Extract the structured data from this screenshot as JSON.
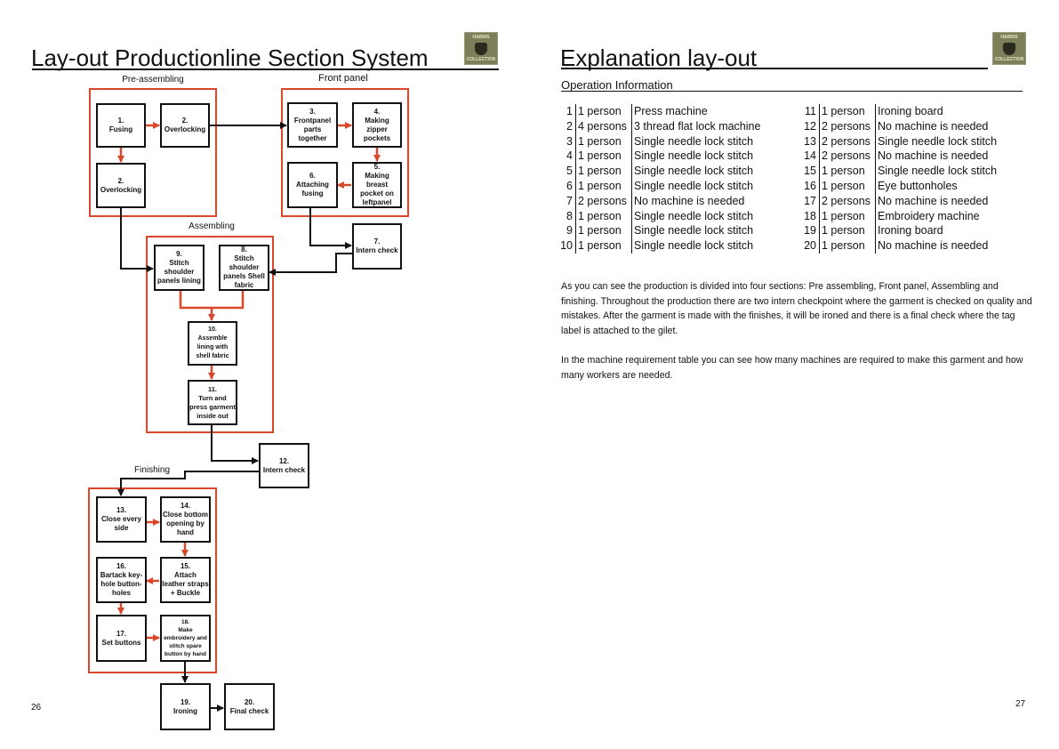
{
  "left_page": {
    "title": "Lay-out Productionline Section System",
    "page_number": "26",
    "logo_text": "HARRIS COLLECTION",
    "sections": {
      "pre_assembling": "Pre-assembling",
      "front_panel": "Front panel",
      "assembling": "Assembling",
      "finishing": "Finishing"
    },
    "steps": {
      "s1": {
        "num": "1.",
        "label": "Fusing"
      },
      "s2a": {
        "num": "2.",
        "label": "Overlocking"
      },
      "s2b": {
        "num": "2.",
        "label": "Overlocking"
      },
      "s3": {
        "num": "3.",
        "label": "Frontpanel parts together"
      },
      "s4": {
        "num": "4.",
        "label": "Making zipper pockets"
      },
      "s5": {
        "num": "5.",
        "label": "Making breast pocket on leftpanel"
      },
      "s6": {
        "num": "6.",
        "label": "Attaching fusing"
      },
      "s7": {
        "num": "7.",
        "label": "Intern check"
      },
      "s8": {
        "num": "8.",
        "label": "Stitch shoulder panels Shell fabric"
      },
      "s9": {
        "num": "9.",
        "label": "Stitch shoulder panels lining"
      },
      "s10": {
        "num": "10.",
        "label": "Assemble lining with shell fabric"
      },
      "s11": {
        "num": "11.",
        "label": "Turn and press garment inside out"
      },
      "s12": {
        "num": "12.",
        "label": "Intern check"
      },
      "s13": {
        "num": "13.",
        "label": "Close every side"
      },
      "s14": {
        "num": "14.",
        "label": "Close bottom opening by hand"
      },
      "s15": {
        "num": "15.",
        "label": "Attach leather straps + Buckle"
      },
      "s16": {
        "num": "16.",
        "label": "Bartack key-hole button-holes"
      },
      "s17": {
        "num": "17.",
        "label": "Set buttons"
      },
      "s18": {
        "num": "18.",
        "label": "Make embroidery and stitch spare button by hand"
      },
      "s19": {
        "num": "19.",
        "label": "Ironing"
      },
      "s20": {
        "num": "20.",
        "label": "Final check"
      }
    },
    "colors": {
      "section_frame": "#d9482a",
      "internal_arrow": "#d9482a",
      "flow_arrow": "#111111"
    }
  },
  "right_page": {
    "title": "Explanation lay-out",
    "page_number": "27",
    "logo_text": "HARRIS COLLECTION",
    "subtitle": "Operation Information",
    "operations": [
      {
        "num": "1",
        "persons": "1 person",
        "machine": "Press machine"
      },
      {
        "num": "2",
        "persons": "4 persons",
        "machine": "3 thread flat lock machine"
      },
      {
        "num": "3",
        "persons": "1 person",
        "machine": "Single needle lock stitch"
      },
      {
        "num": "4",
        "persons": "1 person",
        "machine": "Single needle lock stitch"
      },
      {
        "num": "5",
        "persons": "1 person",
        "machine": "Single needle lock stitch"
      },
      {
        "num": "6",
        "persons": "1 person",
        "machine": "Single needle lock stitch"
      },
      {
        "num": "7",
        "persons": "2 persons",
        "machine": "No machine is needed"
      },
      {
        "num": "8",
        "persons": "1 person",
        "machine": "Single needle lock stitch"
      },
      {
        "num": "9",
        "persons": "1 person",
        "machine": "Single needle lock stitch"
      },
      {
        "num": "10",
        "persons": "1 person",
        "machine": "Single needle lock stitch"
      },
      {
        "num": "11",
        "persons": "1 person",
        "machine": "Ironing board"
      },
      {
        "num": "12",
        "persons": "2 persons",
        "machine": "No machine is needed"
      },
      {
        "num": "13",
        "persons": "2 persons",
        "machine": "Single needle lock stitch"
      },
      {
        "num": "14",
        "persons": "2 persons",
        "machine": "No machine is needed"
      },
      {
        "num": "15",
        "persons": "1 person",
        "machine": "Single needle lock stitch"
      },
      {
        "num": "16",
        "persons": "1 person",
        "machine": "Eye buttonholes"
      },
      {
        "num": "17",
        "persons": "2 persons",
        "machine": "No machine is needed"
      },
      {
        "num": "18",
        "persons": "1 person",
        "machine": "Embroidery machine"
      },
      {
        "num": "19",
        "persons": "1 person",
        "machine": "Ironing board"
      },
      {
        "num": "20",
        "persons": "1 person",
        "machine": "No machine is needed"
      }
    ],
    "paragraphs": [
      "As you can see the production is divided into four sections: Pre assembling, Front panel, Assembling and finishing. Throughout the production there are two intern checkpoint where the garment is checked on quality and mistakes. After the garment is made with the finishes, it will be ironed and there is a final check where the tag label is attached to the gilet.",
      "In the machine requirement table you can see how many machines are required to make this garment and how many workers are needed."
    ]
  }
}
